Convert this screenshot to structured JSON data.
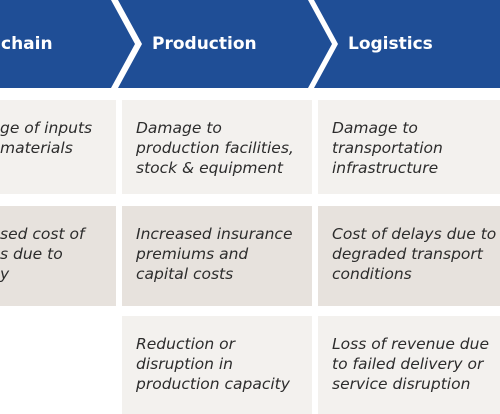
{
  "colors": {
    "header_fill": "#1f4e96",
    "cell_light": "#f3f1ee",
    "cell_dark": "#e7e2dd",
    "text": "#2c2c2c"
  },
  "stages": [
    {
      "label": "y chain"
    },
    {
      "label": "Production"
    },
    {
      "label": "Logistics"
    }
  ],
  "rows": [
    [
      {
        "lines": [
          "ge of inputs",
          "materials"
        ]
      },
      {
        "lines": [
          "Damage to",
          "production facilities,",
          "stock & equipment"
        ]
      },
      {
        "lines": [
          "Damage to",
          "transportation",
          "infrastructure"
        ]
      }
    ],
    [
      {
        "lines": [
          "sed cost of",
          "s due to",
          "y"
        ]
      },
      {
        "lines": [
          "Increased insurance",
          "premiums and",
          "capital costs"
        ]
      },
      {
        "lines": [
          "Cost of delays due to",
          "degraded transport",
          "conditions"
        ]
      }
    ],
    [
      null,
      {
        "lines": [
          "Reduction or",
          "disruption in",
          "production capacity"
        ]
      },
      {
        "lines": [
          "Loss of revenue due",
          "to failed delivery or",
          "service disruption"
        ]
      }
    ]
  ]
}
